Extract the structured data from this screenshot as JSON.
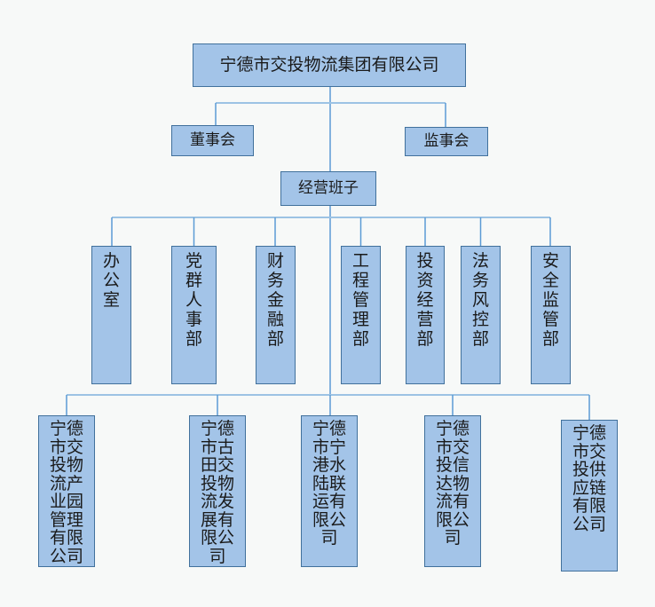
{
  "org": {
    "root": {
      "label": "宁德市交投物流集团有限公司"
    },
    "governance": [
      {
        "label": "董事会"
      },
      {
        "label": "监事会"
      }
    ],
    "management": {
      "label": "经营班子"
    },
    "departments": [
      {
        "label": "办公室"
      },
      {
        "label": "党群人事部"
      },
      {
        "label": "财务金融部"
      },
      {
        "label": "工程管理部"
      },
      {
        "label": "投资经营部"
      },
      {
        "label": "法务风控部"
      },
      {
        "label": "安全监管部"
      }
    ],
    "subsidiaries": [
      {
        "label": "宁德市交投物流产业园管理有限公司"
      },
      {
        "label": "宁德市古田交投物流发展有限公司"
      },
      {
        "label": "宁德市宁港水陆联运有限公司"
      },
      {
        "label": "宁德市交投信达物流有限公司"
      },
      {
        "label": "宁德市交投供应链有限公司"
      }
    ]
  },
  "colors": {
    "background": "#f7f9f8",
    "box_fill": "#a3c4e8",
    "box_border": "#41719c",
    "connector_v": "#5b9bd5",
    "connector_h": "#9cc3e4",
    "text": "#1a1a1a"
  }
}
